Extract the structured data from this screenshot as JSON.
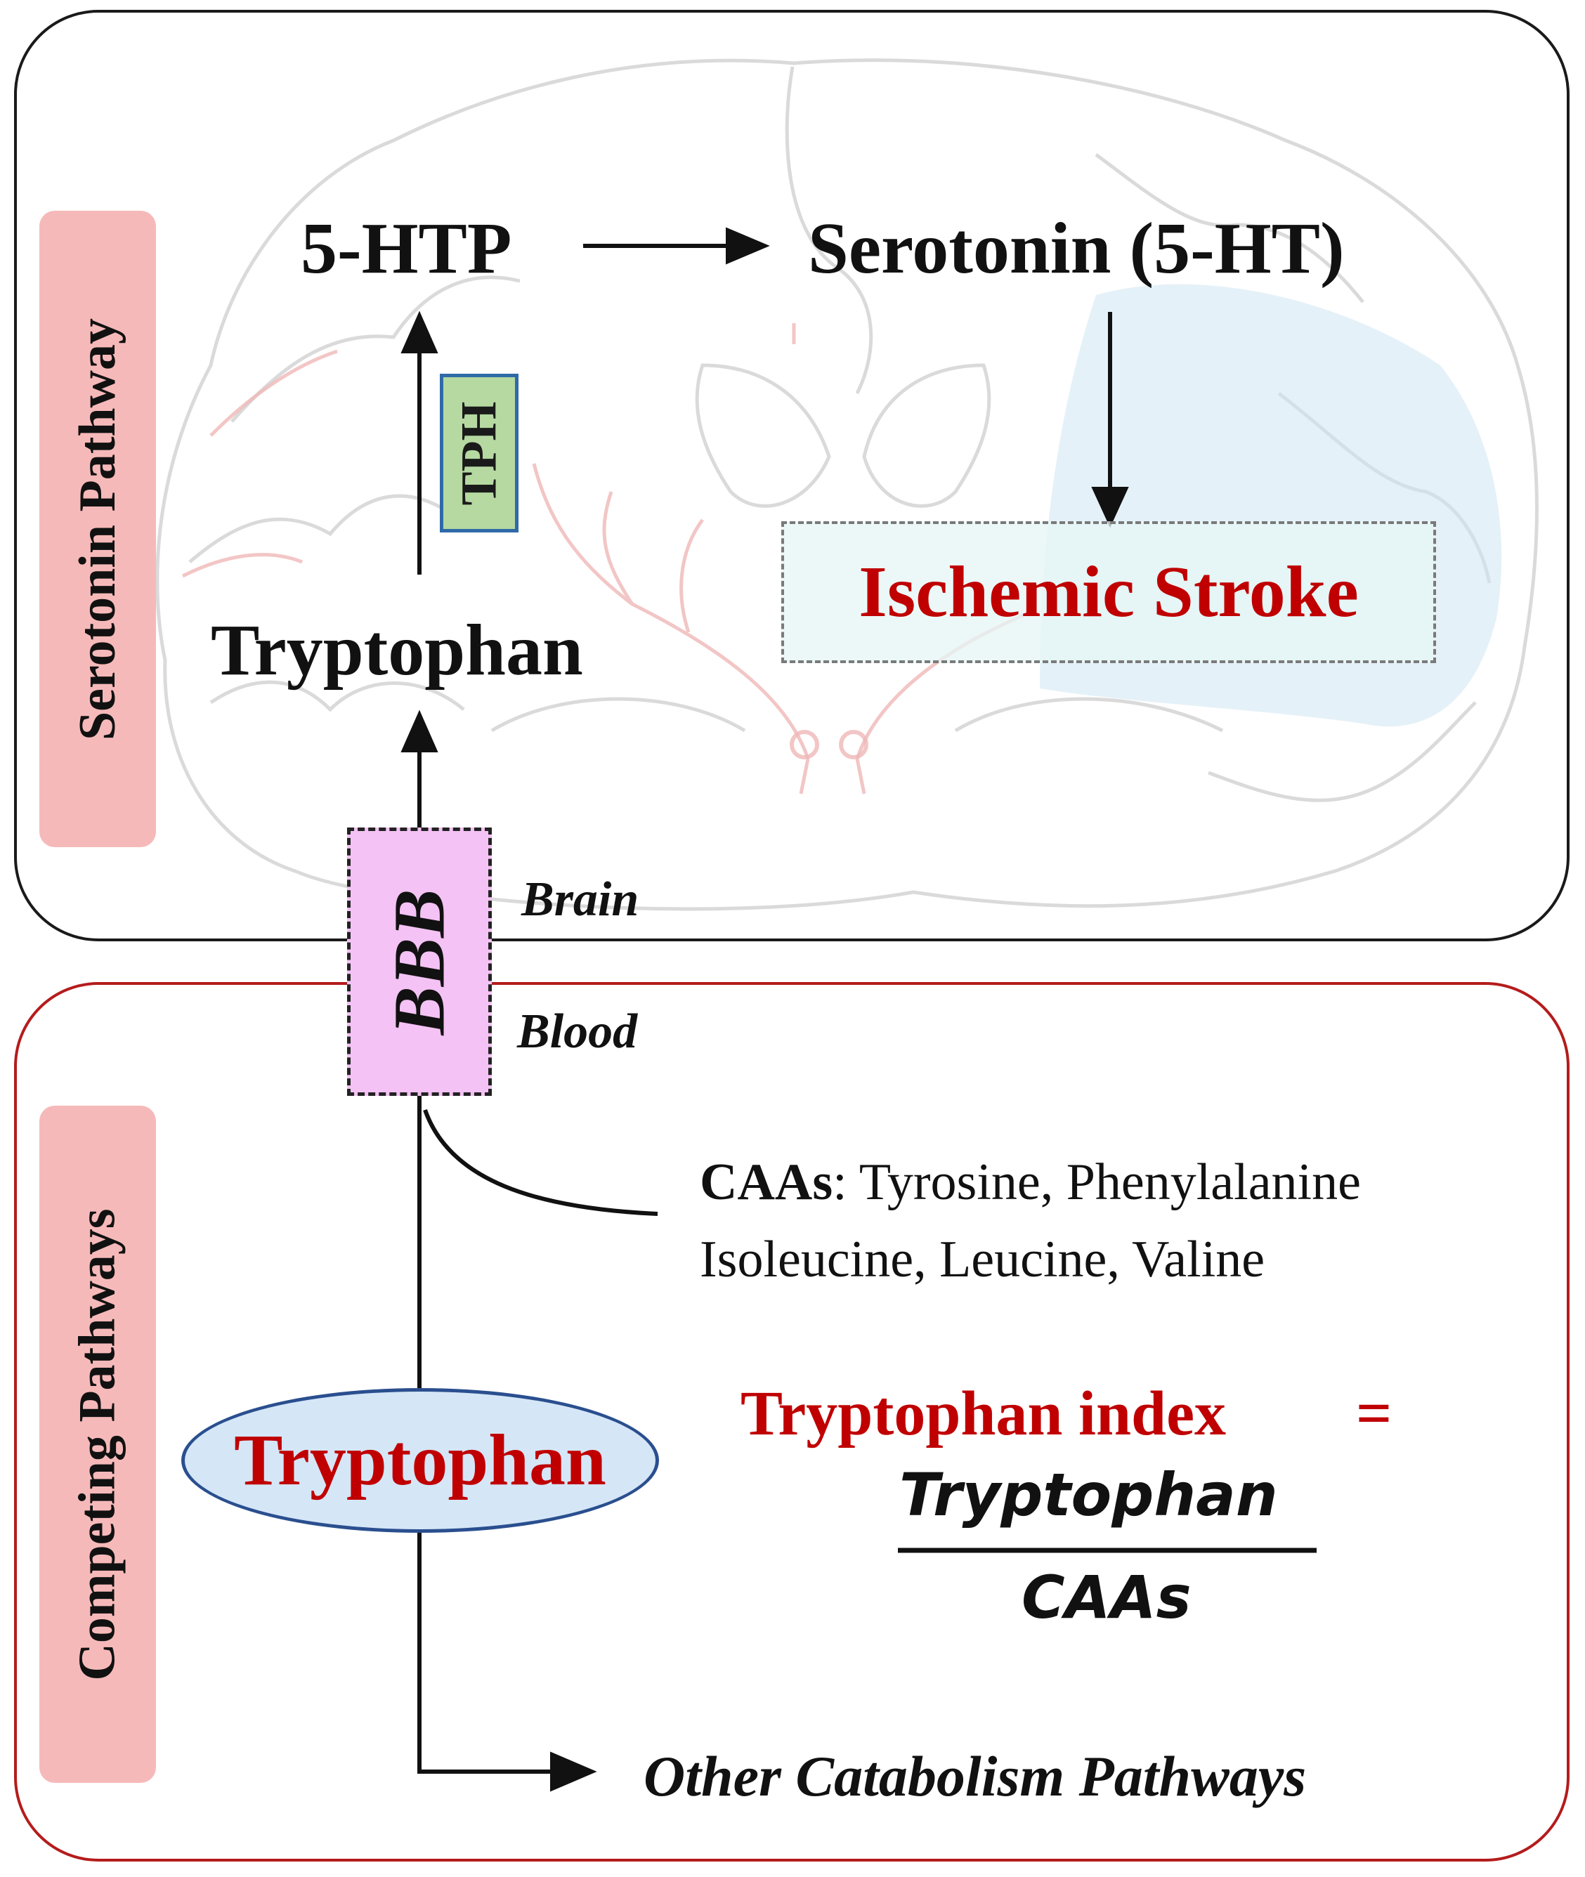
{
  "serotonin_panel": {
    "tab_label": "Serotonin Pathway",
    "htp": "5-HTP",
    "serotonin": "Serotonin (5-HT)",
    "tph": "TPH",
    "tryptophan": "Tryptophan",
    "ischemic_stroke": "Ischemic Stroke"
  },
  "barrier": {
    "bbb": "BBB",
    "brain": "Brain",
    "blood": "Blood"
  },
  "competing_panel": {
    "tab_label": "Competing Pathways",
    "caas_term": "CAAs",
    "caas_line1": ": Tyrosine, Phenylalanine",
    "caas_line2": "Isoleucine, Leucine, Valine",
    "tryptophan": "Tryptophan",
    "index_label": "Tryptophan index",
    "equals": "=",
    "numerator": "Tryptophan",
    "denominator": "CAAs",
    "other_pathways": "Other Catabolism Pathways"
  },
  "colors": {
    "accent_red": "#c00000",
    "panel_red_border": "#b41c1c",
    "tab_pink": "#f6b9b9",
    "tph_green": "#b5d9a1",
    "bbb_pink": "#f4c2f4",
    "ellipse_blue": "#d5e6f7"
  }
}
